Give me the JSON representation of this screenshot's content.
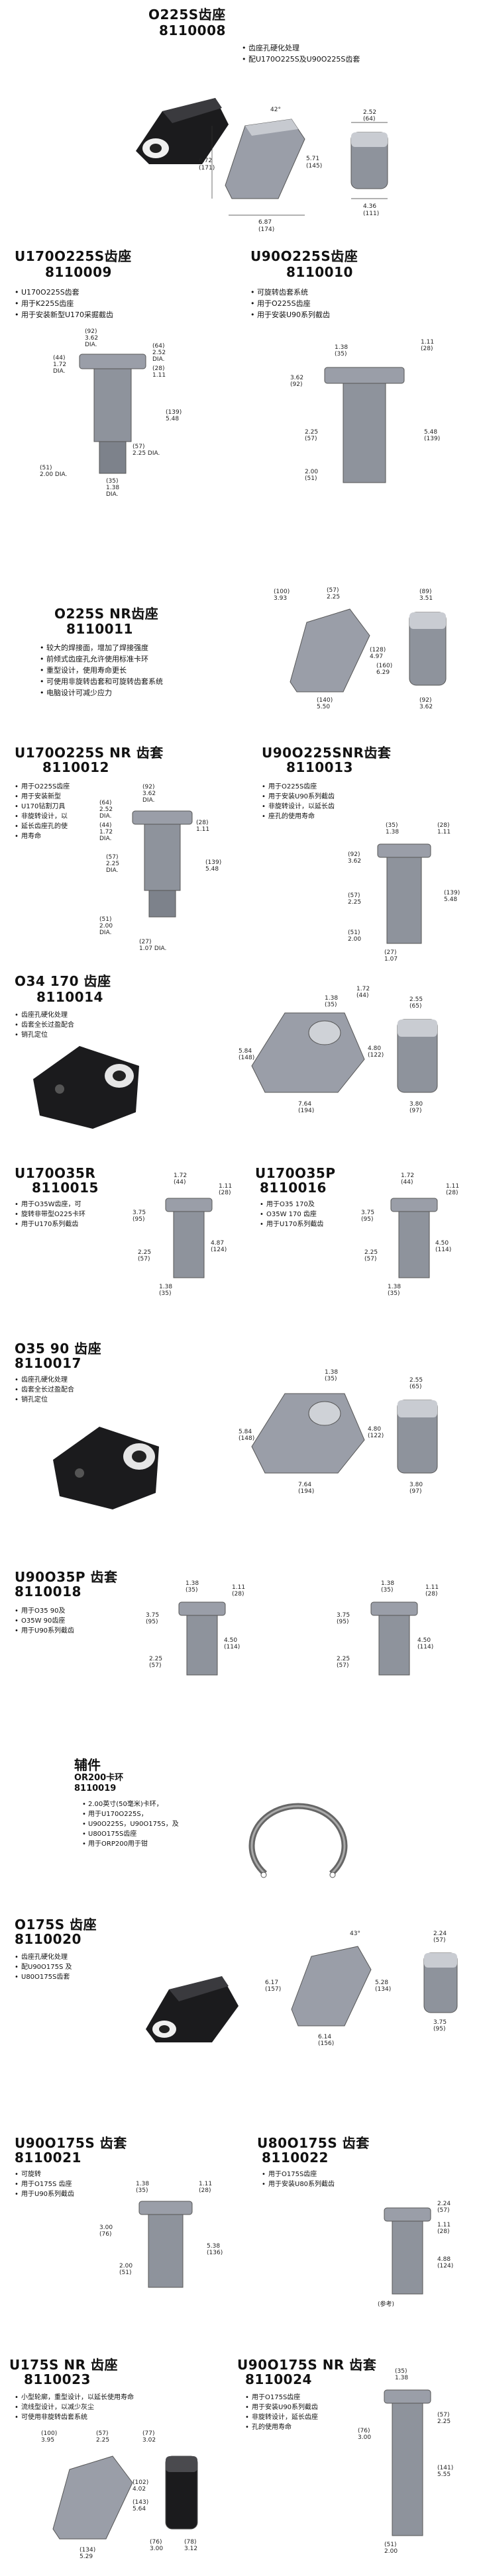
{
  "s1": {
    "title": "O225S齿座",
    "code": "8110008",
    "features": [
      "齿座孔硬化处理",
      "配U170O225S及U90O225S齿套"
    ],
    "dims": [
      "42°",
      "6.72",
      "(171)",
      "5.71",
      "(145)",
      "6.87",
      "(174)",
      "2.52",
      "(64)",
      "4.36",
      "(111)"
    ]
  },
  "s2": {
    "title": "U170O225S齿座",
    "code": "8110009",
    "features": [
      "U170O225S齿套",
      "用于K225S齿座",
      "用于安装新型U170采掘截齿"
    ],
    "dims": [
      "(92)",
      "3.62",
      "DIA.",
      "(64)",
      "2.52",
      "DIA.",
      "(44)",
      "1.72",
      "DIA.",
      "(28)",
      "1.11",
      "(139)",
      "5.48",
      "(57)",
      "2.25 DIA.",
      "(51)",
      "2.00 DIA.",
      "(35)",
      "1.38",
      "DIA."
    ]
  },
  "s3": {
    "title": "U90O225S齿座",
    "code": "8110010",
    "features": [
      "可旋转齿套系统",
      "用于O225S齿座",
      "用于安装U90系列截齿"
    ],
    "dims": [
      "1.38",
      "(35)",
      "1.11",
      "(28)",
      "3.62",
      "(92)",
      "2.25",
      "(57)",
      "5.48",
      "(139)",
      "2.00",
      "(51)"
    ]
  },
  "s4": {
    "title": "O225S NR齿座",
    "code": "8110011",
    "features": [
      "较大的焊接面，增加了焊接强度",
      "前倾式齿座孔允许使用标准卡环",
      "重型设计，使用寿命更长",
      "可使用非旋转齿套和可旋转齿套系统",
      "电脑设计可减少应力"
    ],
    "dims": [
      "(100)",
      "3.93",
      "(57)",
      "2.25",
      "(89)",
      "3.51",
      "(128)",
      "4.97",
      "(160)",
      "6.29",
      "(140)",
      "5.50",
      "(92)",
      "3.62"
    ]
  },
  "s5": {
    "title": "U170O225S NR 齿套",
    "code": "8110012",
    "features": [
      "用于O225S齿座",
      "用于安装新型",
      "U170钻割刀具",
      "非旋转设计，以",
      "延长齿座孔的使",
      "用寿命"
    ],
    "dims": [
      "(92)",
      "3.62",
      "DIA.",
      "(64)",
      "2.52",
      "DIA.",
      "(44)",
      "1.72",
      "DIA.",
      "(28)",
      "1.11",
      "(57)",
      "2.25",
      "DIA.",
      "(139)",
      "5.48",
      "(51)",
      "2.00",
      "DIA.",
      "(27)",
      "1.07 DIA."
    ]
  },
  "s6": {
    "title": "U90O225SNR齿套",
    "code": "8110013",
    "features": [
      "用于O225S齿座",
      "用于安装U90系列截齿",
      "非旋转设计，以延长齿",
      "座孔的使用寿命"
    ],
    "dims": [
      "(35)",
      "1.38",
      "(28)",
      "1.11",
      "(92)",
      "3.62",
      "(57)",
      "2.25",
      "(51)",
      "2.00",
      "(139)",
      "5.48",
      "(27)",
      "1.07"
    ]
  },
  "s7": {
    "title": "O34 170 齿座",
    "code": "8110014",
    "features": [
      "齿座孔硬化处理",
      "齿套全长过盈配合",
      "销孔定位"
    ],
    "dims": [
      "1.72",
      "(44)",
      "1.38",
      "(35)",
      "2.55",
      "(65)",
      "5.84",
      "(148)",
      "4.80",
      "(122)",
      "7.64",
      "(194)",
      "3.80",
      "(97)"
    ]
  },
  "s8": {
    "title": "U170O35R",
    "code": "8110015",
    "features": [
      "用于O35W齿座，可",
      "旋转非带型O225卡环",
      "用于U170系列截齿"
    ],
    "dims": [
      "1.72",
      "(44)",
      "1.11",
      "(28)",
      "3.75",
      "(95)",
      "4.87",
      "(124)",
      "2.25",
      "(57)",
      "1.38",
      "(35)"
    ]
  },
  "s9": {
    "title": "U170O35P",
    "code": "8110016",
    "features": [
      "用于O35 170及",
      "O35W 170 齿座",
      "用于U170系列截齿"
    ],
    "dims": [
      "1.72",
      "(44)",
      "1.11",
      "(28)",
      "3.75",
      "(95)",
      "4.50",
      "(114)",
      "2.25",
      "(57)",
      "1.38",
      "(35)"
    ]
  },
  "s10": {
    "title": "O35 90 齿座",
    "code": "8110017",
    "features": [
      "齿座孔硬化处理",
      "齿套全长过盈配合",
      "销孔定位"
    ],
    "dims": [
      "1.38",
      "(35)",
      "2.55",
      "(65)",
      "5.84",
      "(148)",
      "4.80",
      "(122)",
      "7.64",
      "(194)",
      "3.80",
      "(97)"
    ]
  },
  "s11": {
    "title": "U90O35P 齿套",
    "code": "8110018",
    "features": [
      "用于O35 90及",
      "O35W 90齿座",
      "用于U90系列截齿"
    ],
    "dims": [
      "1.38",
      "(35)",
      "1.11",
      "(28)",
      "3.75",
      "(95)",
      "4.50",
      "(114)",
      "2.25",
      "(57)",
      "1.38",
      "(35)",
      "1.11",
      "(28)",
      "3.75",
      "(95)",
      "4.50",
      "(114)",
      "2.25",
      "(57)"
    ]
  },
  "s12": {
    "title": "辅件",
    "sub1": "OR200卡环",
    "code": "8110019",
    "features": [
      "2.00英寸(50毫米)卡环，",
      "用于U170O225S，",
      "U90O225S，U90O175S，及",
      "U80O175S齿座",
      "用于ORP200用于钳"
    ]
  },
  "s13": {
    "title": "O175S 齿座",
    "code": "8110020",
    "features": [
      "齿座孔硬化处理",
      "配U90O175S 及",
      "U80O175S齿套"
    ],
    "dims": [
      "43°",
      "6.17",
      "(157)",
      "5.28",
      "(134)",
      "6.14",
      "(156)",
      "2.24",
      "(57)",
      "3.75",
      "(95)"
    ]
  },
  "s14": {
    "title": "U90O175S 齿套",
    "code": "8110021",
    "features": [
      "可旋转",
      "用于O175S 齿座",
      "用于U90系列截齿"
    ],
    "dims": [
      "1.38",
      "(35)",
      "1.11",
      "(28)",
      "3.00",
      "(76)",
      "5.38",
      "(136)",
      "2.00",
      "(51)"
    ]
  },
  "s15": {
    "title": "U80O175S 齿套",
    "code": "8110022",
    "features": [
      "用于O175S齿座",
      "用于安装U80系列截齿"
    ],
    "dims": [
      "2.24",
      "(57)",
      "1.11",
      "(28)",
      "4.88",
      "(124)",
      "(参考)"
    ]
  },
  "s16": {
    "title": "U175S NR 齿座",
    "code": "8110023",
    "features": [
      "小型轮廓，重型设计，以延长使用寿命",
      "流线型设计，以减少灰尘",
      "可使用非旋转齿套系统"
    ],
    "dims": [
      "(100)",
      "3.95",
      "(57)",
      "2.25",
      "(77)",
      "3.02",
      "(102)",
      "4.02",
      "(143)",
      "5.64",
      "(134)",
      "5.29",
      "(76)",
      "3.00",
      "(78)",
      "3.12"
    ]
  },
  "s17": {
    "title": "U90O175S NR 齿套",
    "code": "8110024",
    "features": [
      "用于O175S齿座",
      "用于安装U90系列截齿",
      "非旋转设计，延长齿座",
      "孔的使用寿命"
    ],
    "dims": [
      "(35)",
      "1.38",
      "(57)",
      "2.25",
      "(76)",
      "3.00",
      "(141)",
      "5.55",
      "(51)",
      "2.00"
    ]
  }
}
